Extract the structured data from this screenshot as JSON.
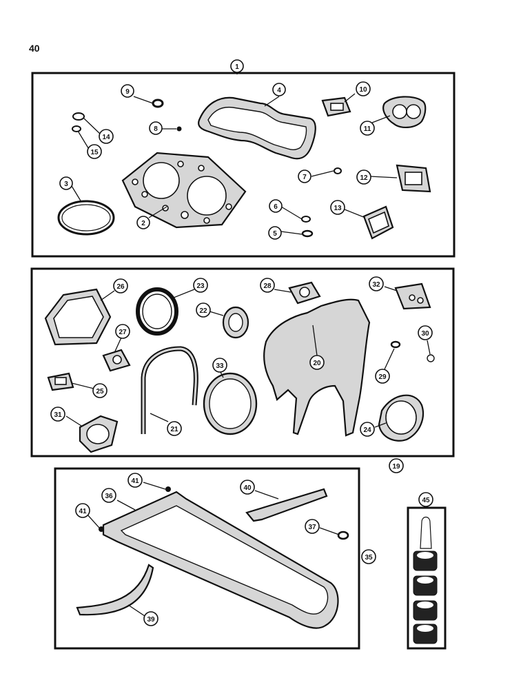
{
  "page": {
    "number": "40"
  },
  "kits": {
    "upper": "1",
    "middle": "19",
    "lower": "35",
    "seals": "45"
  },
  "parts": {
    "p2": "2",
    "p3": "3",
    "p4": "4",
    "p5": "5",
    "p6": "6",
    "p7": "7",
    "p8": "8",
    "p9": "9",
    "p10": "10",
    "p11": "11",
    "p12": "12",
    "p13": "13",
    "p14": "14",
    "p15": "15",
    "p20": "20",
    "p21": "21",
    "p22": "22",
    "p23": "23",
    "p24": "24",
    "p25": "25",
    "p26": "26",
    "p27": "27",
    "p28": "28",
    "p29": "29",
    "p30": "30",
    "p31": "31",
    "p32": "32",
    "p33": "33",
    "p36": "36",
    "p37": "37",
    "p39": "39",
    "p40": "40",
    "p41a": "41",
    "p41b": "41"
  }
}
